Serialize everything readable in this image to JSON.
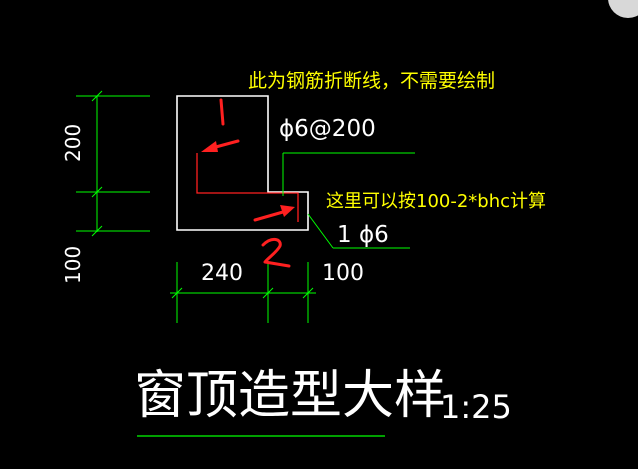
{
  "drawing": {
    "background": "#000000",
    "colors": {
      "outline": "#ffffff",
      "dimension": "#00ff00",
      "annotation_text": "#ffff00",
      "markup": "#ff2020",
      "corner_button": "#d8d8d8"
    },
    "dimensions": {
      "height_upper": "200",
      "height_lower": "100",
      "width_left": "240",
      "width_right": "100"
    },
    "rebar_labels": {
      "stirrup": "ϕ6@200",
      "bar": "1 ϕ6"
    },
    "notes": {
      "break_line": "此为钢筋折断线，不需要绘制",
      "calc_hint": "这里可以按100-2*bhc计算"
    },
    "markers": {
      "one": "1",
      "two": "2"
    },
    "title": {
      "main": "窗顶造型大样",
      "scale": "1:25"
    },
    "corner_button_icon": "close-icon"
  }
}
